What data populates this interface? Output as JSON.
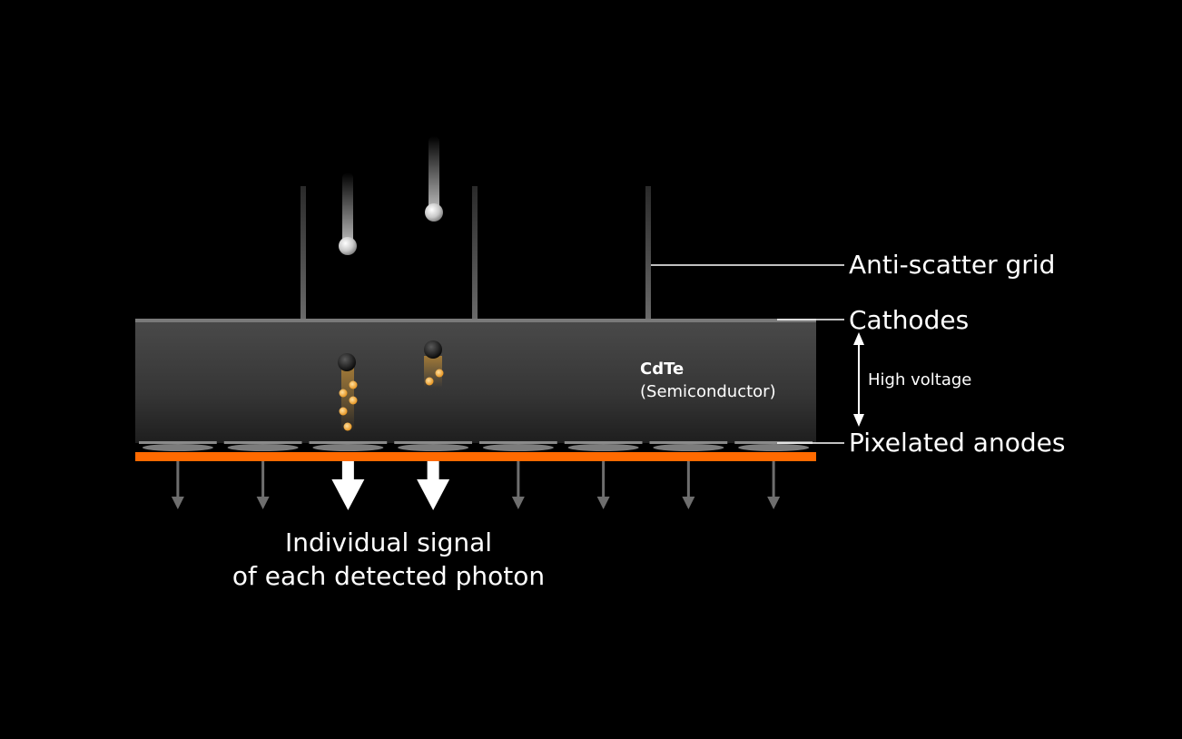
{
  "labels": {
    "anti_scatter_grid": "Anti-scatter grid",
    "cathodes": "Cathodes",
    "high_voltage": "High voltage",
    "pixelated_anodes": "Pixelated anodes",
    "material_name": "CdTe",
    "material_type": "(Semiconductor)"
  },
  "caption": {
    "line1": "Individual signal",
    "line2": "of each detected photon"
  },
  "colors": {
    "background": "#000000",
    "detector": "#3f3f3f",
    "anode_strip": "#ff6a00",
    "charge": "#f0a830",
    "text": "#ffffff",
    "signal_arrow_active": "#ffffff",
    "signal_arrow_idle": "#6e6e6e"
  },
  "anode_pixels": {
    "count": 8,
    "active_signal_pixels": [
      3,
      4
    ]
  }
}
